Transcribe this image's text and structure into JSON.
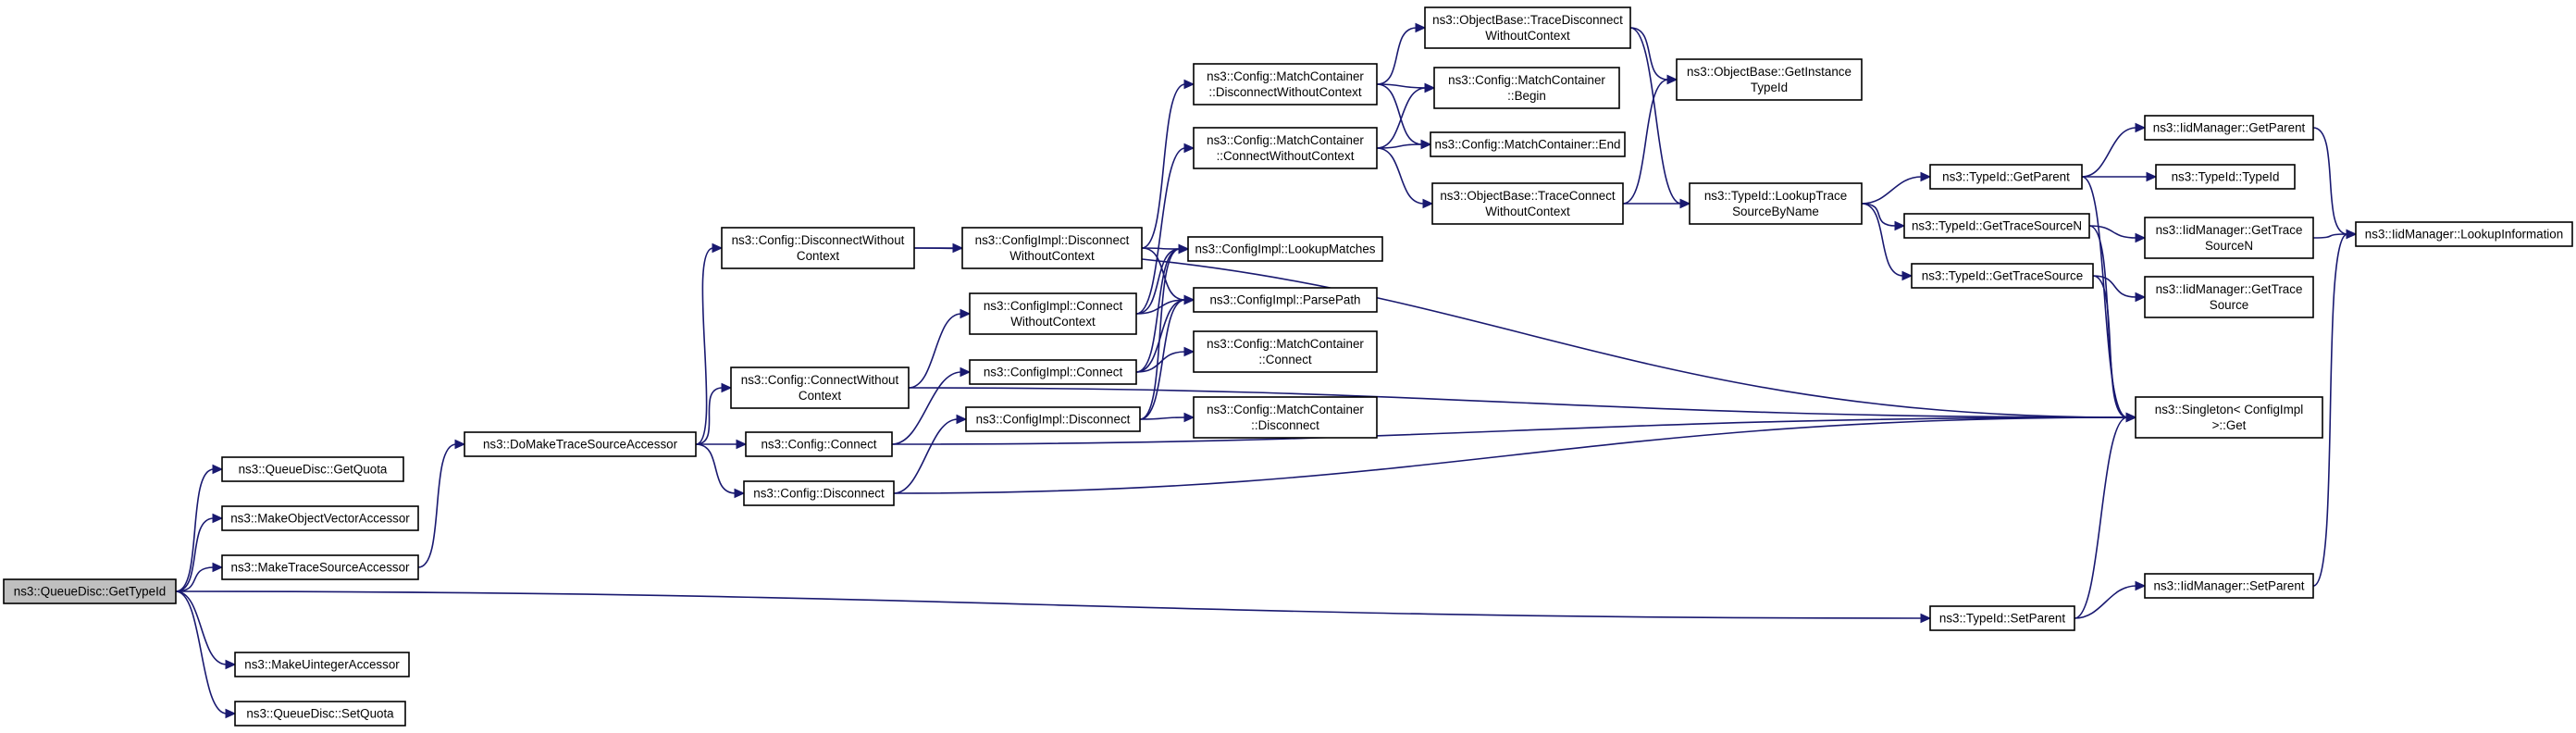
{
  "graph": {
    "title": "",
    "colors": {
      "edge": "#191970",
      "node_fill": "#ffffff",
      "root_fill": "#bfbfbf",
      "node_border": "#000000"
    },
    "nodes": [
      {
        "id": "getTypeId",
        "lines": [
          "ns3::QueueDisc::GetTypeId"
        ],
        "root": true
      },
      {
        "id": "getQuota",
        "lines": [
          "ns3::QueueDisc::GetQuota"
        ]
      },
      {
        "id": "makeOVA",
        "lines": [
          "ns3::MakeObjectVectorAccessor"
        ]
      },
      {
        "id": "makeTSA",
        "lines": [
          "ns3::MakeTraceSourceAccessor"
        ]
      },
      {
        "id": "makeUIA",
        "lines": [
          "ns3::MakeUintegerAccessor"
        ]
      },
      {
        "id": "setQuota",
        "lines": [
          "ns3::QueueDisc::SetQuota"
        ]
      },
      {
        "id": "doMakeTSA",
        "lines": [
          "ns3::DoMakeTraceSourceAccessor"
        ]
      },
      {
        "id": "cfgDisWC",
        "lines": [
          "ns3::Config::DisconnectWithout",
          "Context"
        ]
      },
      {
        "id": "cfgConWC",
        "lines": [
          "ns3::Config::ConnectWithout",
          "Context"
        ]
      },
      {
        "id": "cfgConnect",
        "lines": [
          "ns3::Config::Connect"
        ]
      },
      {
        "id": "cfgDisc",
        "lines": [
          "ns3::Config::Disconnect"
        ]
      },
      {
        "id": "implDisWC",
        "lines": [
          "ns3::ConfigImpl::Disconnect",
          "WithoutContext"
        ]
      },
      {
        "id": "implConWC",
        "lines": [
          "ns3::ConfigImpl::Connect",
          "WithoutContext"
        ]
      },
      {
        "id": "implConnect",
        "lines": [
          "ns3::ConfigImpl::Connect"
        ]
      },
      {
        "id": "implDisc",
        "lines": [
          "ns3::ConfigImpl::Disconnect"
        ]
      },
      {
        "id": "mcDisWC",
        "lines": [
          "ns3::Config::MatchContainer",
          "::DisconnectWithoutContext"
        ]
      },
      {
        "id": "mcConWC",
        "lines": [
          "ns3::Config::MatchContainer",
          "::ConnectWithoutContext"
        ]
      },
      {
        "id": "lookupMatch",
        "lines": [
          "ns3::ConfigImpl::LookupMatches"
        ]
      },
      {
        "id": "parsePath",
        "lines": [
          "ns3::ConfigImpl::ParsePath"
        ]
      },
      {
        "id": "mcConnect",
        "lines": [
          "ns3::Config::MatchContainer",
          "::Connect"
        ]
      },
      {
        "id": "mcDisc",
        "lines": [
          "ns3::Config::MatchContainer",
          "::Disconnect"
        ]
      },
      {
        "id": "obTDWC",
        "lines": [
          "ns3::ObjectBase::TraceDisconnect",
          "WithoutContext"
        ]
      },
      {
        "id": "mcBegin",
        "lines": [
          "ns3::Config::MatchContainer",
          "::Begin"
        ]
      },
      {
        "id": "mcEnd",
        "lines": [
          "ns3::Config::MatchContainer::End"
        ]
      },
      {
        "id": "obTCWC",
        "lines": [
          "ns3::ObjectBase::TraceConnect",
          "WithoutContext"
        ]
      },
      {
        "id": "obGIT",
        "lines": [
          "ns3::ObjectBase::GetInstance",
          "TypeId"
        ]
      },
      {
        "id": "lookupTSBN",
        "lines": [
          "ns3::TypeId::LookupTrace",
          "SourceByName"
        ]
      },
      {
        "id": "tidGetParent",
        "lines": [
          "ns3::TypeId::GetParent"
        ]
      },
      {
        "id": "tidGTSN",
        "lines": [
          "ns3::TypeId::GetTraceSourceN"
        ]
      },
      {
        "id": "tidGTS",
        "lines": [
          "ns3::TypeId::GetTraceSource"
        ]
      },
      {
        "id": "tidSetParent",
        "lines": [
          "ns3::TypeId::SetParent"
        ]
      },
      {
        "id": "iidGetParent",
        "lines": [
          "ns3::IidManager::GetParent"
        ]
      },
      {
        "id": "tidTypeId",
        "lines": [
          "ns3::TypeId::TypeId"
        ]
      },
      {
        "id": "iidGTSN",
        "lines": [
          "ns3::IidManager::GetTrace",
          "SourceN"
        ]
      },
      {
        "id": "iidGTS",
        "lines": [
          "ns3::IidManager::GetTrace",
          "Source"
        ]
      },
      {
        "id": "singleton",
        "lines": [
          "ns3::Singleton< ConfigImpl",
          " >::Get"
        ]
      },
      {
        "id": "iidSetParent",
        "lines": [
          "ns3::IidManager::SetParent"
        ]
      },
      {
        "id": "iidLookup",
        "lines": [
          "ns3::IidManager::LookupInformation"
        ]
      }
    ],
    "edges": [
      [
        "getTypeId",
        "getQuota"
      ],
      [
        "getTypeId",
        "makeOVA"
      ],
      [
        "getTypeId",
        "makeTSA"
      ],
      [
        "getTypeId",
        "makeUIA"
      ],
      [
        "getTypeId",
        "setQuota"
      ],
      [
        "getTypeId",
        "tidSetParent"
      ],
      [
        "makeTSA",
        "doMakeTSA"
      ],
      [
        "doMakeTSA",
        "cfgDisWC"
      ],
      [
        "doMakeTSA",
        "cfgConWC"
      ],
      [
        "doMakeTSA",
        "cfgConnect"
      ],
      [
        "doMakeTSA",
        "cfgDisc"
      ],
      [
        "cfgDisWC",
        "implDisWC"
      ],
      [
        "cfgDisWC",
        "singleton"
      ],
      [
        "cfgConWC",
        "implConWC"
      ],
      [
        "cfgConWC",
        "singleton"
      ],
      [
        "cfgConnect",
        "implConnect"
      ],
      [
        "cfgConnect",
        "singleton"
      ],
      [
        "cfgDisc",
        "implDisc"
      ],
      [
        "cfgDisc",
        "singleton"
      ],
      [
        "implDisWC",
        "mcDisWC"
      ],
      [
        "implDisWC",
        "lookupMatch"
      ],
      [
        "implDisWC",
        "parsePath"
      ],
      [
        "implConWC",
        "mcConWC"
      ],
      [
        "implConWC",
        "lookupMatch"
      ],
      [
        "implConWC",
        "parsePath"
      ],
      [
        "implConnect",
        "lookupMatch"
      ],
      [
        "implConnect",
        "parsePath"
      ],
      [
        "implConnect",
        "mcConnect"
      ],
      [
        "implDisc",
        "lookupMatch"
      ],
      [
        "implDisc",
        "parsePath"
      ],
      [
        "implDisc",
        "mcDisc"
      ],
      [
        "mcDisWC",
        "obTDWC"
      ],
      [
        "mcDisWC",
        "mcBegin"
      ],
      [
        "mcDisWC",
        "mcEnd"
      ],
      [
        "mcConWC",
        "mcBegin"
      ],
      [
        "mcConWC",
        "mcEnd"
      ],
      [
        "mcConWC",
        "obTCWC"
      ],
      [
        "obTDWC",
        "obGIT"
      ],
      [
        "obTDWC",
        "lookupTSBN"
      ],
      [
        "obTCWC",
        "obGIT"
      ],
      [
        "obTCWC",
        "lookupTSBN"
      ],
      [
        "lookupTSBN",
        "tidGetParent"
      ],
      [
        "lookupTSBN",
        "tidGTSN"
      ],
      [
        "lookupTSBN",
        "tidGTS"
      ],
      [
        "tidGetParent",
        "iidGetParent"
      ],
      [
        "tidGetParent",
        "tidTypeId"
      ],
      [
        "tidGetParent",
        "singleton"
      ],
      [
        "tidGTSN",
        "iidGTSN"
      ],
      [
        "tidGTSN",
        "singleton"
      ],
      [
        "tidGTS",
        "iidGTS"
      ],
      [
        "tidGTS",
        "singleton"
      ],
      [
        "tidSetParent",
        "singleton"
      ],
      [
        "tidSetParent",
        "iidSetParent"
      ],
      [
        "iidGetParent",
        "iidLookup"
      ],
      [
        "iidGTSN",
        "iidLookup"
      ],
      [
        "iidSetParent",
        "iidLookup"
      ]
    ]
  }
}
